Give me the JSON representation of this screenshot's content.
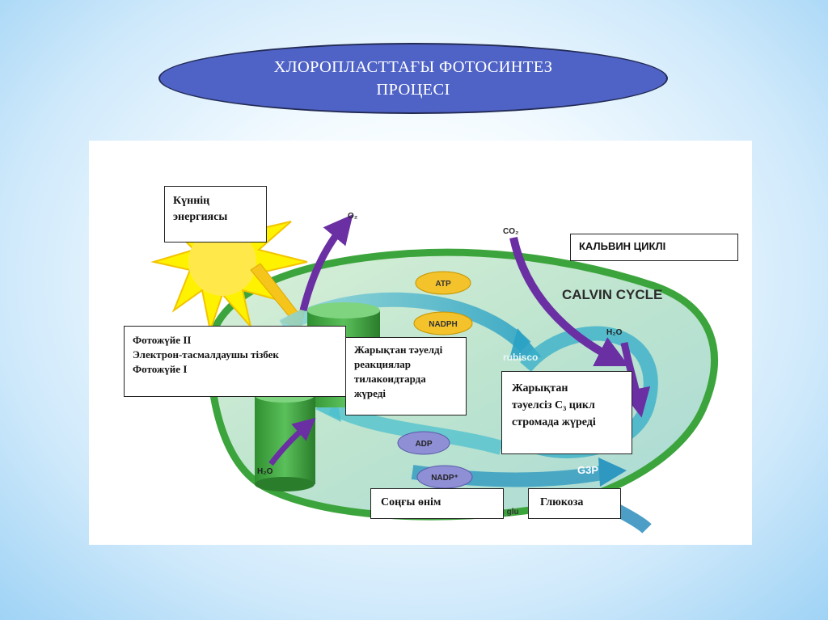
{
  "slide": {
    "title_line1": "ХЛОРОПЛАСТТАҒЫ ФОТОСИНТЕЗ",
    "title_line2": "ПРОЦЕСІ"
  },
  "diagram": {
    "sun_label_line1": "Күннің",
    "sun_label_line2": "энергиясы",
    "o2": "O₂",
    "co2": "CO₂",
    "h2o_top": "H₂O",
    "h2o_bottom": "H₂O",
    "calvin_kz": "КАЛЬВИН ЦИКЛІ",
    "calvin_en": "CALVIN CYCLE",
    "atp": "ATP",
    "nadph": "NADPH",
    "adp": "ADP",
    "nadp": "NADP⁺",
    "rubisco": "rubisco",
    "g3p": "G3P",
    "glu_fragment": "= glu",
    "photo_line1": "Фотожүйе ІІ",
    "photo_line2": "Электрон-тасмалдаушы тізбек",
    "photo_line3": "Фотожүйе І",
    "light_line1": "Жарықтан тәуелді",
    "light_line2": "реакциялар",
    "light_line3": "тилакоидтарда",
    "light_line4": "жүреді",
    "dark_line1": "Жарықтан",
    "dark_line2": "тәуелсіз С₃ цикл",
    "dark_line3": "стромада жүреді",
    "final_product": "Соңғы өнім",
    "glucose": "Глюкоза"
  }
}
